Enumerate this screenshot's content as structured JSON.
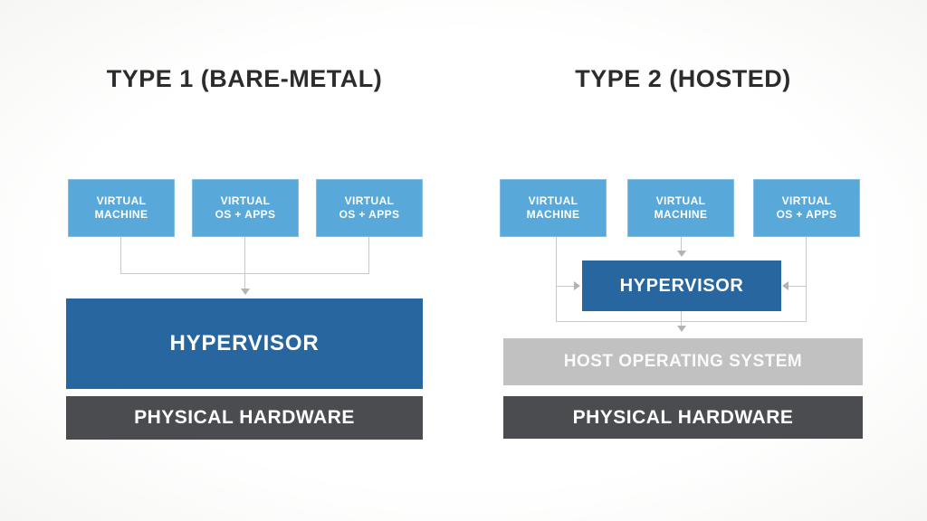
{
  "diagrams": {
    "type1": {
      "title": "TYPE 1 (BARE-METAL)",
      "vm_boxes": [
        {
          "line1": "VIRTUAL",
          "line2": "MACHINE"
        },
        {
          "line1": "VIRTUAL",
          "line2": "OS + APPS"
        },
        {
          "line1": "VIRTUAL",
          "line2": "OS + APPS"
        }
      ],
      "layers": {
        "hypervisor": "HYPERVISOR",
        "physical_hardware": "PHYSICAL HARDWARE"
      }
    },
    "type2": {
      "title": "TYPE 2 (HOSTED)",
      "vm_boxes": [
        {
          "line1": "VIRTUAL",
          "line2": "MACHINE"
        },
        {
          "line1": "VIRTUAL",
          "line2": "MACHINE"
        },
        {
          "line1": "VIRTUAL",
          "line2": "OS + APPS"
        }
      ],
      "layers": {
        "hypervisor": "HYPERVISOR",
        "host_os": "HOST OPERATING SYSTEM",
        "physical_hardware": "PHYSICAL HARDWARE"
      }
    }
  },
  "colors": {
    "vm_box_blue": "#58a8da",
    "hypervisor_blue": "#27669f",
    "host_os_gray": "#c1c1c1",
    "hardware_dark_gray": "#4a4c4f",
    "connector_gray": "#c9c9c9",
    "title_text": "#2c2c2c",
    "box_text": "#ffffff",
    "background": "#fdfdfc"
  }
}
